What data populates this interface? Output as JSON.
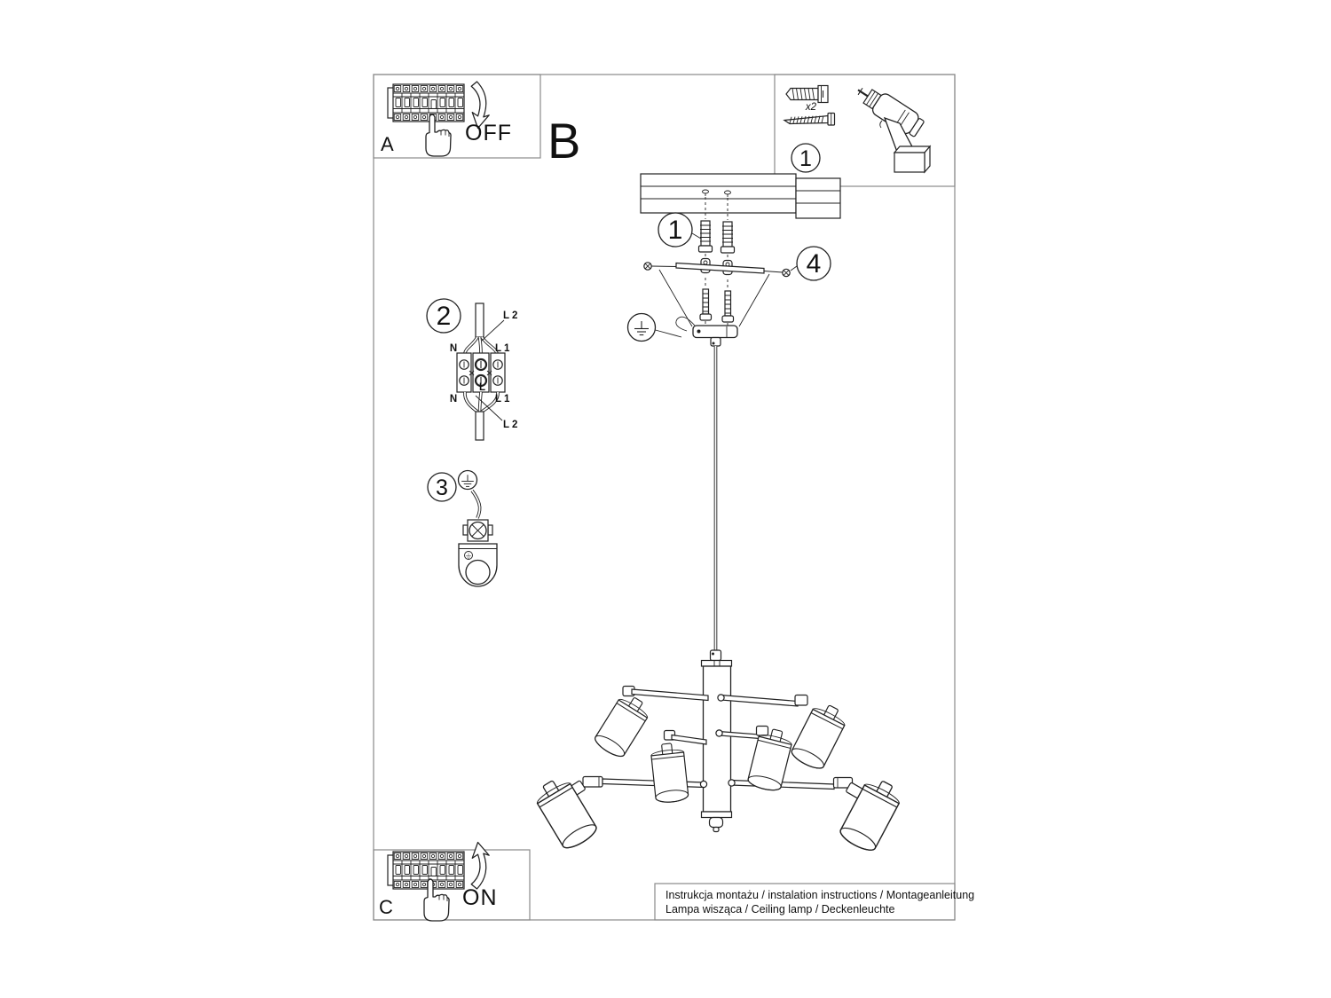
{
  "sheet": {
    "section_labels": {
      "a": "A",
      "b": "B",
      "c": "C"
    },
    "switch_states": {
      "off": "OFF",
      "on": "ON"
    },
    "tools": {
      "step_number": "1",
      "anchor_quantity": "x2"
    },
    "steps": {
      "mount_anchors": "1",
      "wiring": "2",
      "ground": "3",
      "canopy_screws": "4"
    },
    "wiring_labels": {
      "n_top": "N",
      "l1_top": "L 1",
      "l2_top": "L 2",
      "n_bottom": "N",
      "l1_bottom": "L 1",
      "l2_bottom": "L 2",
      "terminal": "L"
    },
    "footer": {
      "line1": "Instrukcja montażu / instalation instructions / Montageanleitung",
      "line2": "Lampa wisząca / Ceiling lamp / Deckenleuchte"
    },
    "colors": {
      "line": "#222222",
      "frame": "#8a8a8a",
      "background": "#ffffff"
    }
  }
}
